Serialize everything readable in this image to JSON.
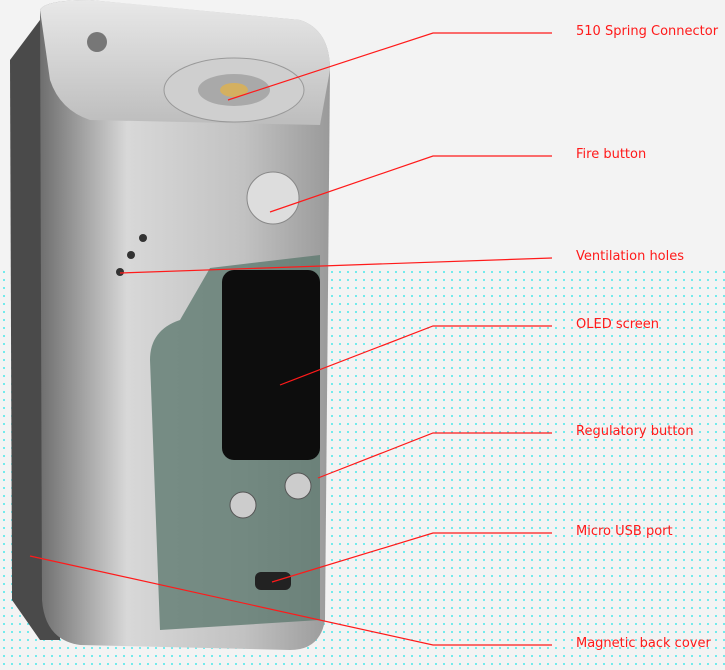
{
  "colors": {
    "callout": "#ff1a1a",
    "body": "#b8b8b8",
    "screen": "#0d0d0d",
    "dots": "#3fe6ea"
  },
  "callouts": [
    {
      "label": "510 Spring Connector"
    },
    {
      "label": "Fire button"
    },
    {
      "label": "Ventilation holes"
    },
    {
      "label": "OLED screen"
    },
    {
      "label": "Regulatory button"
    },
    {
      "label": "Micro USB port"
    },
    {
      "label": "Magnetic back cover"
    }
  ]
}
